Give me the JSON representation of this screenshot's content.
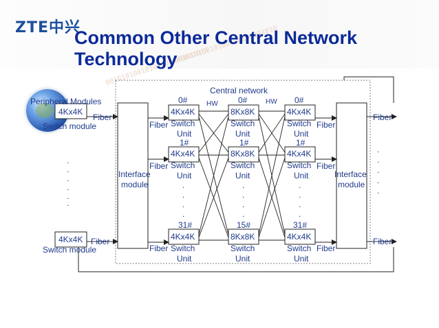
{
  "header": {
    "logo_text": "ZTE中兴",
    "title_line1": "Common Other Central Network",
    "title_line2": "Technology",
    "watermark": "00101010010100100100001010"
  },
  "diagram": {
    "central_network_label": "Central network",
    "peripheral_label": "Peripheral Modules",
    "hw_label": "HW",
    "fiber_label": "Fiber",
    "interface_line1": "Interface",
    "interface_line2": "module",
    "left_switch_line1": "4Kx4K",
    "left_switch_caption": "Switch module",
    "col1": {
      "top_index": "0#",
      "mid_index": "1#",
      "bottom_index": "31#",
      "line1": "4Kx4K",
      "line2": "Switch",
      "line3": "Unit"
    },
    "col2": {
      "top_index": "0#",
      "mid_index": "1#",
      "bottom_index": "15#",
      "line1": "8Kx8K",
      "line2": "Switch",
      "line3": "Unit"
    },
    "col3": {
      "top_index": "0#",
      "mid_index": "1#",
      "bottom_index": "31#",
      "line1": "4Kx4K",
      "line2": "Switch",
      "line3": "Unit"
    },
    "dot": "."
  },
  "colors": {
    "title": "#0b2a99",
    "diagram_text": "#1f3a8a",
    "lines": "#222222",
    "dashed_border": "#7f7f7f"
  }
}
